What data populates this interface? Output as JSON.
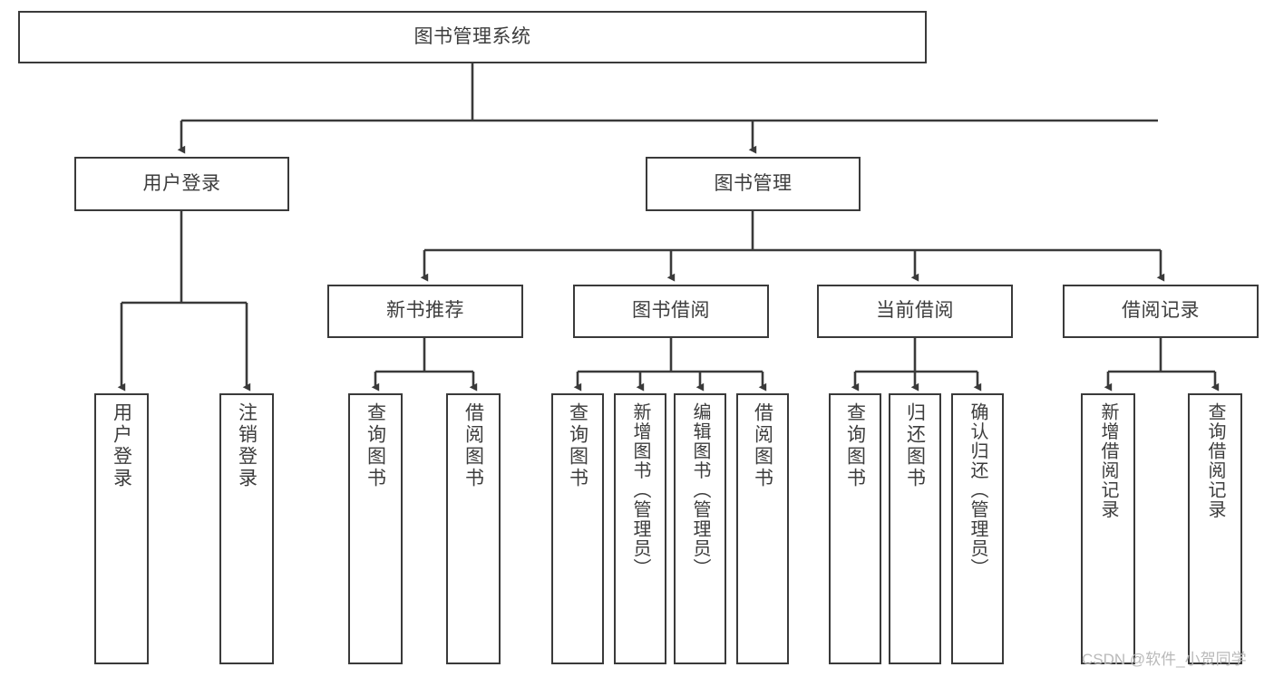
{
  "diagram": {
    "title": "图书管理系统",
    "type": "tree-hierarchy",
    "watermark": "CSDN @软件_小贺同学",
    "colors": {
      "border": "#3a3a3a",
      "text": "#3d3d3d",
      "background": "#ffffff",
      "edge": "#3a3a3a",
      "watermark": "#b9b9b9"
    },
    "nodes": {
      "root": {
        "label": "图书管理系统",
        "level": 0
      },
      "level1": [
        {
          "id": "user-login",
          "label": "用户登录"
        },
        {
          "id": "book-management",
          "label": "图书管理"
        }
      ],
      "level2": [
        {
          "id": "new-book-recommend",
          "label": "新书推荐",
          "parent": "book-management"
        },
        {
          "id": "book-borrow",
          "label": "图书借阅",
          "parent": "book-management"
        },
        {
          "id": "current-borrow",
          "label": "当前借阅",
          "parent": "book-management"
        },
        {
          "id": "borrow-record",
          "label": "借阅记录",
          "parent": "book-management"
        }
      ],
      "leaves": {
        "user-login": [
          {
            "id": "leaf-user-login",
            "label": "用户登录"
          },
          {
            "id": "leaf-logout",
            "label": "注销登录"
          }
        ],
        "new-book-recommend": [
          {
            "id": "leaf-query-book-1",
            "label": "查询图书"
          },
          {
            "id": "leaf-borrow-book-1",
            "label": "借阅图书"
          }
        ],
        "book-borrow": [
          {
            "id": "leaf-query-book-2",
            "label": "查询图书"
          },
          {
            "id": "leaf-add-book",
            "label": "新增图书（管理员）"
          },
          {
            "id": "leaf-edit-book",
            "label": "编辑图书（管理员）"
          },
          {
            "id": "leaf-borrow-book-2",
            "label": "借阅图书"
          }
        ],
        "current-borrow": [
          {
            "id": "leaf-query-book-3",
            "label": "查询图书"
          },
          {
            "id": "leaf-return-book",
            "label": "归还图书"
          },
          {
            "id": "leaf-confirm-return",
            "label": "确认归还（管理员）"
          }
        ],
        "borrow-record": [
          {
            "id": "leaf-add-record",
            "label": "新增借阅记录"
          },
          {
            "id": "leaf-query-record",
            "label": "查询借阅记录"
          }
        ]
      }
    }
  }
}
